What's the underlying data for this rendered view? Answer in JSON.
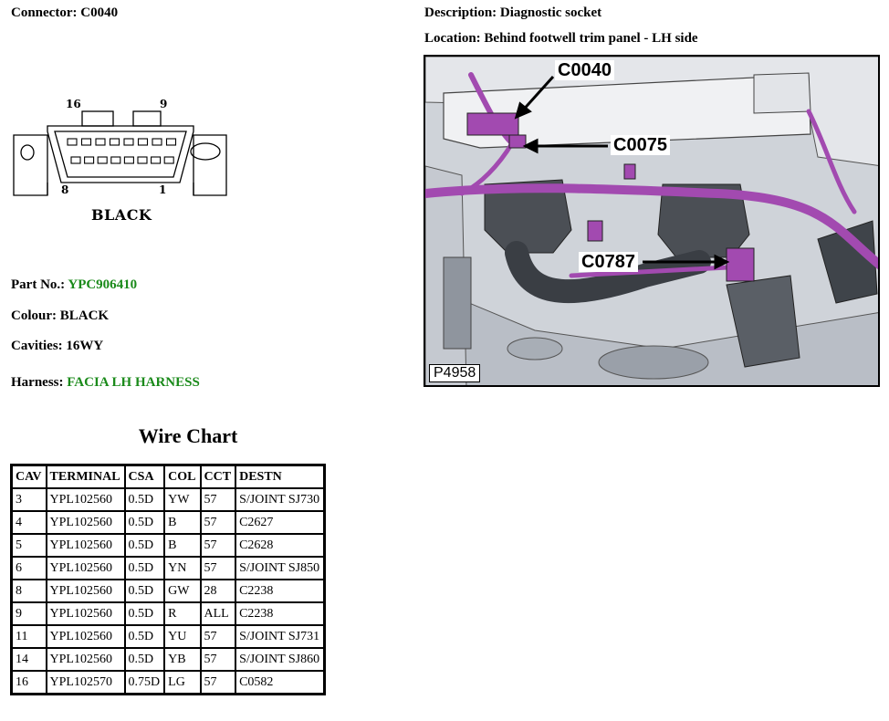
{
  "header": {
    "connector_label": "Connector:",
    "connector_id": "C0040",
    "description_label": "Description:",
    "description_value": "Diagnostic socket",
    "location_label": "Location:",
    "location_value": "Behind footwell trim panel - LH side"
  },
  "connector_diagram": {
    "pin_label_16": "16",
    "pin_label_9": "9",
    "pin_label_8": "8",
    "pin_label_1": "1",
    "color_label": "BLACK"
  },
  "details": {
    "part_no_label": "Part No.:",
    "part_no_value": "YPC906410",
    "colour_label": "Colour:",
    "colour_value": "BLACK",
    "cavities_label": "Cavities:",
    "cavities_value": "16WY",
    "harness_label": "Harness:",
    "harness_value": "FACIA LH HARNESS",
    "link_color": "#1a8a1a"
  },
  "location_image": {
    "callouts": [
      "C0040",
      "C0075",
      "C0787"
    ],
    "image_id": "P4958",
    "harness_color": "#a24ab0"
  },
  "wire_chart": {
    "title": "Wire Chart",
    "columns": [
      "CAV",
      "TERMINAL",
      "CSA",
      "COL",
      "CCT",
      "DESTN"
    ],
    "rows": [
      [
        "3",
        "YPL102560",
        "0.5D",
        "YW",
        "57",
        "S/JOINT SJ730"
      ],
      [
        "4",
        "YPL102560",
        "0.5D",
        "B",
        "57",
        "C2627"
      ],
      [
        "5",
        "YPL102560",
        "0.5D",
        "B",
        "57",
        "C2628"
      ],
      [
        "6",
        "YPL102560",
        "0.5D",
        "YN",
        "57",
        "S/JOINT SJ850"
      ],
      [
        "8",
        "YPL102560",
        "0.5D",
        "GW",
        "28",
        "C2238"
      ],
      [
        "9",
        "YPL102560",
        "0.5D",
        "R",
        "ALL",
        "C2238"
      ],
      [
        "11",
        "YPL102560",
        "0.5D",
        "YU",
        "57",
        "S/JOINT SJ731"
      ],
      [
        "14",
        "YPL102560",
        "0.5D",
        "YB",
        "57",
        "S/JOINT SJ860"
      ],
      [
        "16",
        "YPL102570",
        "0.75D",
        "LG",
        "57",
        "C0582"
      ]
    ]
  }
}
